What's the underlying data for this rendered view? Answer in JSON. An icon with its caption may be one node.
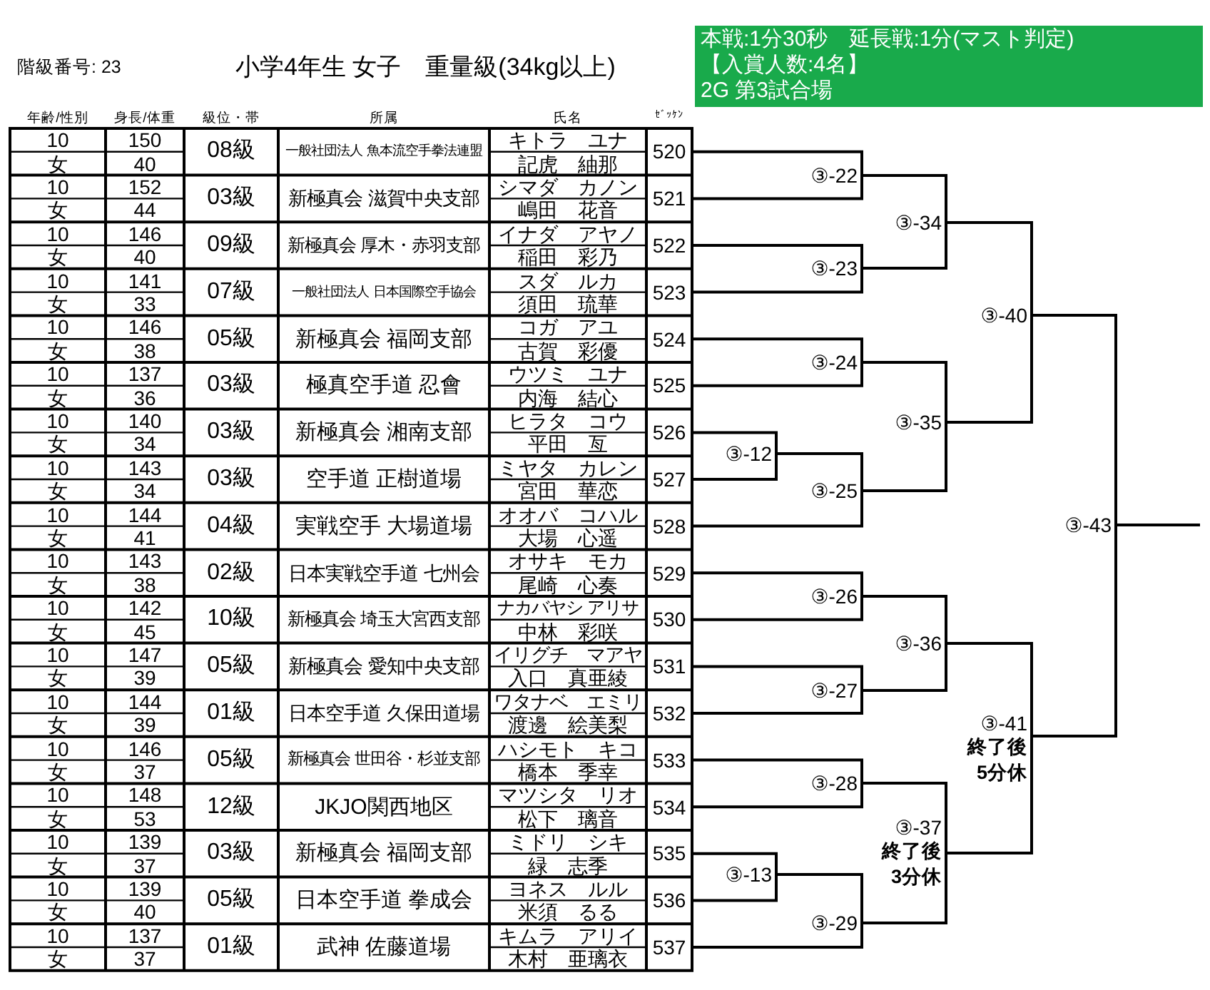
{
  "diagram": {
    "title": "小学4年生 女子　重量級(34kg以上)",
    "nodes": [
      {
        "text": [
          "本戦:1分30秒　延長戦:1分(マスト判定)",
          "【入賞人数:4名】",
          "2G 第3試合場"
        ]
      },
      {
        "text": [
          "520"
        ]
      },
      {
        "text": [
          "521"
        ]
      },
      {
        "text": [
          "522"
        ]
      },
      {
        "text": [
          "523"
        ]
      },
      {
        "text": [
          "524"
        ]
      },
      {
        "text": [
          "525"
        ]
      },
      {
        "text": [
          "526"
        ]
      },
      {
        "text": [
          "527"
        ]
      },
      {
        "text": [
          "528"
        ]
      },
      {
        "text": [
          "529"
        ]
      },
      {
        "text": [
          "530"
        ]
      },
      {
        "text": [
          "531"
        ]
      },
      {
        "text": [
          "532"
        ]
      },
      {
        "text": [
          "533"
        ]
      },
      {
        "text": [
          "534"
        ]
      },
      {
        "text": [
          "535"
        ]
      },
      {
        "text": [
          "536"
        ]
      },
      {
        "text": [
          "537"
        ]
      },
      {
        "text": [
          "③-12"
        ]
      },
      {
        "text": [
          "③-13"
        ]
      },
      {
        "text": [
          "③-22"
        ]
      },
      {
        "text": [
          "③-23"
        ]
      },
      {
        "text": [
          "③-24"
        ]
      },
      {
        "text": [
          "③-25"
        ]
      },
      {
        "text": [
          "③-26"
        ]
      },
      {
        "text": [
          "③-27"
        ]
      },
      {
        "text": [
          "③-28"
        ]
      },
      {
        "text": [
          "③-29"
        ]
      },
      {
        "text": [
          "③-34"
        ]
      },
      {
        "text": [
          "③-35"
        ]
      },
      {
        "text": [
          "③-36"
        ]
      },
      {
        "text": [
          "③-37"
        ],
        "beside": [
          "終了後3分休"
        ]
      },
      {
        "text": [
          "③-40"
        ]
      },
      {
        "text": [
          "③-41"
        ],
        "beside": [
          "終了後5分休"
        ]
      },
      {
        "text": [
          "③-43"
        ]
      }
    ],
    "edges": [
      {
        "from": 1,
        "to": 21,
        "arrow": "none"
      },
      {
        "from": 2,
        "to": 21,
        "arrow": "none"
      },
      {
        "from": 3,
        "to": 22,
        "arrow": "none"
      },
      {
        "from": 4,
        "to": 22,
        "arrow": "none"
      },
      {
        "from": 5,
        "to": 23,
        "arrow": "none"
      },
      {
        "from": 6,
        "to": 23,
        "arrow": "none"
      },
      {
        "from": 7,
        "to": 19,
        "arrow": "none"
      },
      {
        "from": 8,
        "to": 19,
        "arrow": "none"
      },
      {
        "from": 19,
        "to": 24,
        "arrow": "none"
      },
      {
        "from": 9,
        "to": 24,
        "arrow": "none"
      },
      {
        "from": 10,
        "to": 25,
        "arrow": "none"
      },
      {
        "from": 11,
        "to": 25,
        "arrow": "none"
      },
      {
        "from": 12,
        "to": 26,
        "arrow": "none"
      },
      {
        "from": 13,
        "to": 26,
        "arrow": "none"
      },
      {
        "from": 14,
        "to": 27,
        "arrow": "none"
      },
      {
        "from": 15,
        "to": 27,
        "arrow": "none"
      },
      {
        "from": 16,
        "to": 20,
        "arrow": "none"
      },
      {
        "from": 17,
        "to": 20,
        "arrow": "none"
      },
      {
        "from": 20,
        "to": 28,
        "arrow": "none"
      },
      {
        "from": 18,
        "to": 28,
        "arrow": "none"
      },
      {
        "from": 21,
        "to": 29,
        "arrow": "none"
      },
      {
        "from": 22,
        "to": 29,
        "arrow": "none"
      },
      {
        "from": 23,
        "to": 30,
        "arrow": "none"
      },
      {
        "from": 24,
        "to": 30,
        "arrow": "none"
      },
      {
        "from": 25,
        "to": 31,
        "arrow": "none"
      },
      {
        "from": 26,
        "to": 31,
        "arrow": "none"
      },
      {
        "from": 27,
        "to": 32,
        "arrow": "none"
      },
      {
        "from": 28,
        "to": 32,
        "arrow": "none"
      },
      {
        "from": 29,
        "to": 33,
        "arrow": "none"
      },
      {
        "from": 30,
        "to": 33,
        "arrow": "none"
      },
      {
        "from": 31,
        "to": 34,
        "arrow": "none"
      },
      {
        "from": 32,
        "to": 34,
        "arrow": "none"
      },
      {
        "from": 33,
        "to": 35,
        "arrow": "none"
      },
      {
        "from": 34,
        "to": 35,
        "arrow": "none"
      },
      {
        "from": 35,
        "to": null,
        "arrow": "none"
      }
    ],
    "labels": [
      "階級番号: 23",
      "年齢/性別",
      "身長/体重",
      "級位・帯",
      "所属",
      "氏名",
      "ｾﾞｯｹﾝ",
      "10",
      "150",
      "08級",
      "一般社団法人 魚本流空手拳法連盟",
      "キトラ　ユナ",
      "女",
      "40",
      "記虎　紬那",
      "10",
      "152",
      "03級",
      "新極真会 滋賀中央支部",
      "シマダ　カノン",
      "女",
      "44",
      "嶋田　花音",
      "10",
      "146",
      "09級",
      "新極真会 厚木・赤羽支部",
      "イナダ　アヤノ",
      "女",
      "40",
      "稲田　彩乃",
      "10",
      "141",
      "07級",
      "一般社団法人 日本国際空手協会",
      "スダ　ルカ",
      "女",
      "33",
      "須田　琉華",
      "10",
      "146",
      "05級",
      "新極真会 福岡支部",
      "コガ　アユ",
      "女",
      "38",
      "古賀　彩優",
      "10",
      "137",
      "03級",
      "極真空手道 忍會",
      "ウツミ　ユナ",
      "女",
      "36",
      "内海　結心",
      "10",
      "140",
      "03級",
      "新極真会 湘南支部",
      "ヒラタ　コウ",
      "女",
      "34",
      "平田　亙",
      "10",
      "143",
      "03級",
      "空手道 正樹道場",
      "ミヤタ　カレン",
      "女",
      "34",
      "宮田　華恋",
      "10",
      "144",
      "04級",
      "実戦空手 大場道場",
      "オオバ　コハル",
      "女",
      "41",
      "大場　心遥",
      "10",
      "143",
      "02級",
      "日本実戦空手道 七州会",
      "オサキ　モカ",
      "女",
      "38",
      "尾崎　心奏",
      "10",
      "142",
      "10級",
      "新極真会 埼玉大宮西支部",
      "ナカバヤシ アリサ",
      "女",
      "45",
      "中林　彩咲",
      "10",
      "147",
      "05級",
      "新極真会 愛知中央支部",
      "イリグチ　マアヤ",
      "女",
      "39",
      "入口　真亜綾",
      "10",
      "144",
      "01級",
      "日本空手道 久保田道場",
      "ワタナベ　エミリ",
      "女",
      "39",
      "渡邊　絵美梨",
      "10",
      "146",
      "05級",
      "新極真会 世田谷・杉並支部",
      "ハシモト　キコ",
      "女",
      "37",
      "橋本　季幸",
      "10",
      "148",
      "12級",
      "JKJO関西地区",
      "マツシタ　リオ",
      "女",
      "53",
      "松下　璃音",
      "10",
      "139",
      "03級",
      "新極真会 福岡支部",
      "ミドリ　シキ",
      "女",
      "37",
      "緑　志季",
      "10",
      "139",
      "05級",
      "日本空手道 拳成会",
      "ヨネス　ルル",
      "女",
      "40",
      "米須　るる",
      "10",
      "137",
      "01級",
      "武神 佐藤道場",
      "キムラ　アリイ",
      "女",
      "37",
      "木村　亜璃衣"
    ]
  }
}
